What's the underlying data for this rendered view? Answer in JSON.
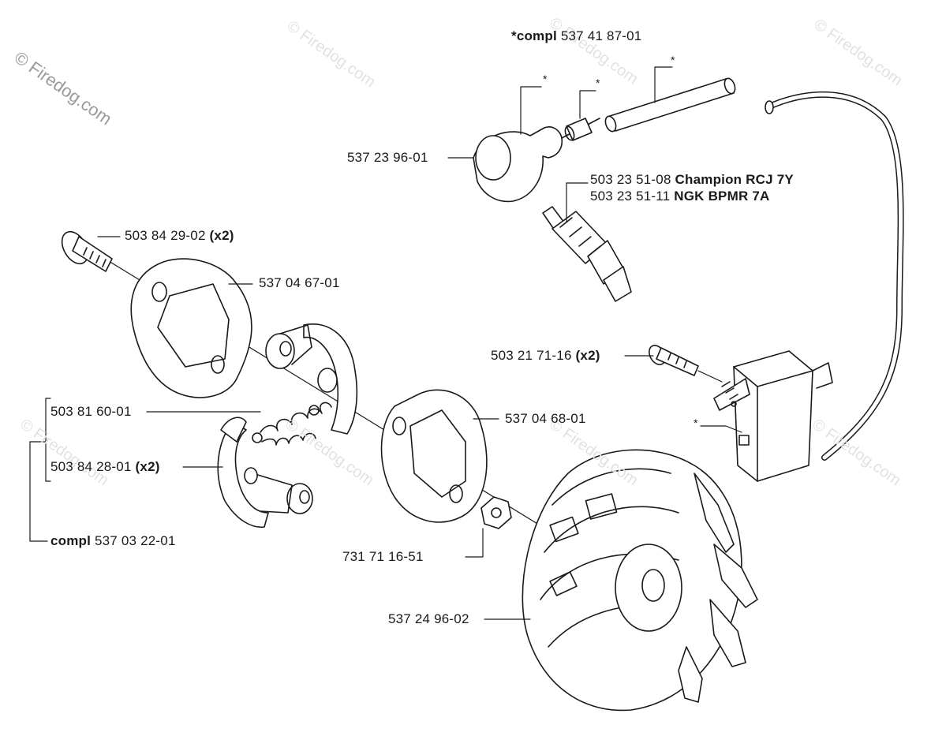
{
  "watermark": {
    "main": "© Firedog.com",
    "faint": "© Firedog.com"
  },
  "compl_kit": {
    "bold": "*compl",
    "number": "537 41 87-01"
  },
  "asterisk": "*",
  "labels": {
    "spark_cap": {
      "number": "537 23 96-01"
    },
    "plug_champion": {
      "number": "503 23 51-08",
      "brand": "Champion RCJ 7Y"
    },
    "plug_ngk": {
      "number": "503 23 51-11",
      "brand": "NGK BPMR 7A"
    },
    "screw_top": {
      "number": "503 84 29-02",
      "qty": "(x2)"
    },
    "plate_top": {
      "number": "537 04 67-01"
    },
    "coil_screw": {
      "number": "503 21 71-16",
      "qty": "(x2)"
    },
    "spring": {
      "number": "503 81 60-01"
    },
    "plate_bottom": {
      "number": "537 04 68-01"
    },
    "shoe": {
      "number": "503 84 28-01",
      "qty": "(x2)"
    },
    "clutch_compl": {
      "bold": "compl",
      "number": "537 03 22-01"
    },
    "nut": {
      "number": "731 71 16-51"
    },
    "flywheel": {
      "number": "537 24 96-02"
    }
  }
}
